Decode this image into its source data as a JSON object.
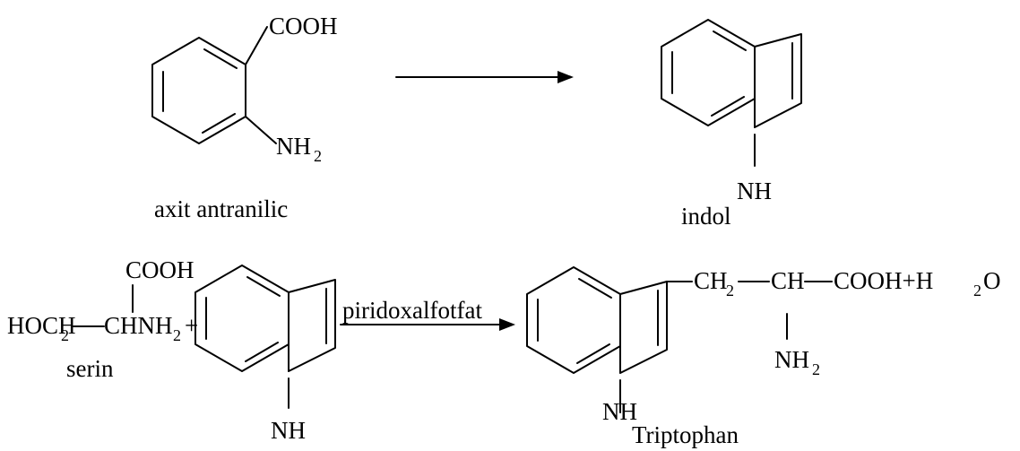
{
  "reaction_1": {
    "reactant": {
      "substituent_top": "COOH",
      "substituent_bottom_main": "NH",
      "substituent_bottom_sub": "2",
      "caption": "axit antranilic"
    },
    "product": {
      "nh": "NH",
      "caption": "indol"
    }
  },
  "reaction_2": {
    "serin": {
      "cooh": "COOH",
      "hoch_main": "HOCH",
      "hoch_sub": "2",
      "chnh_main": "CHNH",
      "chnh_sub": "2",
      "plus": "+",
      "caption": "serin"
    },
    "indol": {
      "nh": "NH"
    },
    "catalyst": "piridoxalfotfat",
    "product": {
      "ch2_main": "CH",
      "ch2_sub": "2",
      "ch": "CH",
      "cooh_h2o_main": "COOH+H",
      "cooh_h2o_sub": "2",
      "cooh_h2o_end": "O",
      "nh2_main": "NH",
      "nh2_sub": "2",
      "nh": "NH",
      "caption": "Triptophan"
    }
  },
  "colors": {
    "ink": "#000000",
    "background": "#ffffff"
  }
}
